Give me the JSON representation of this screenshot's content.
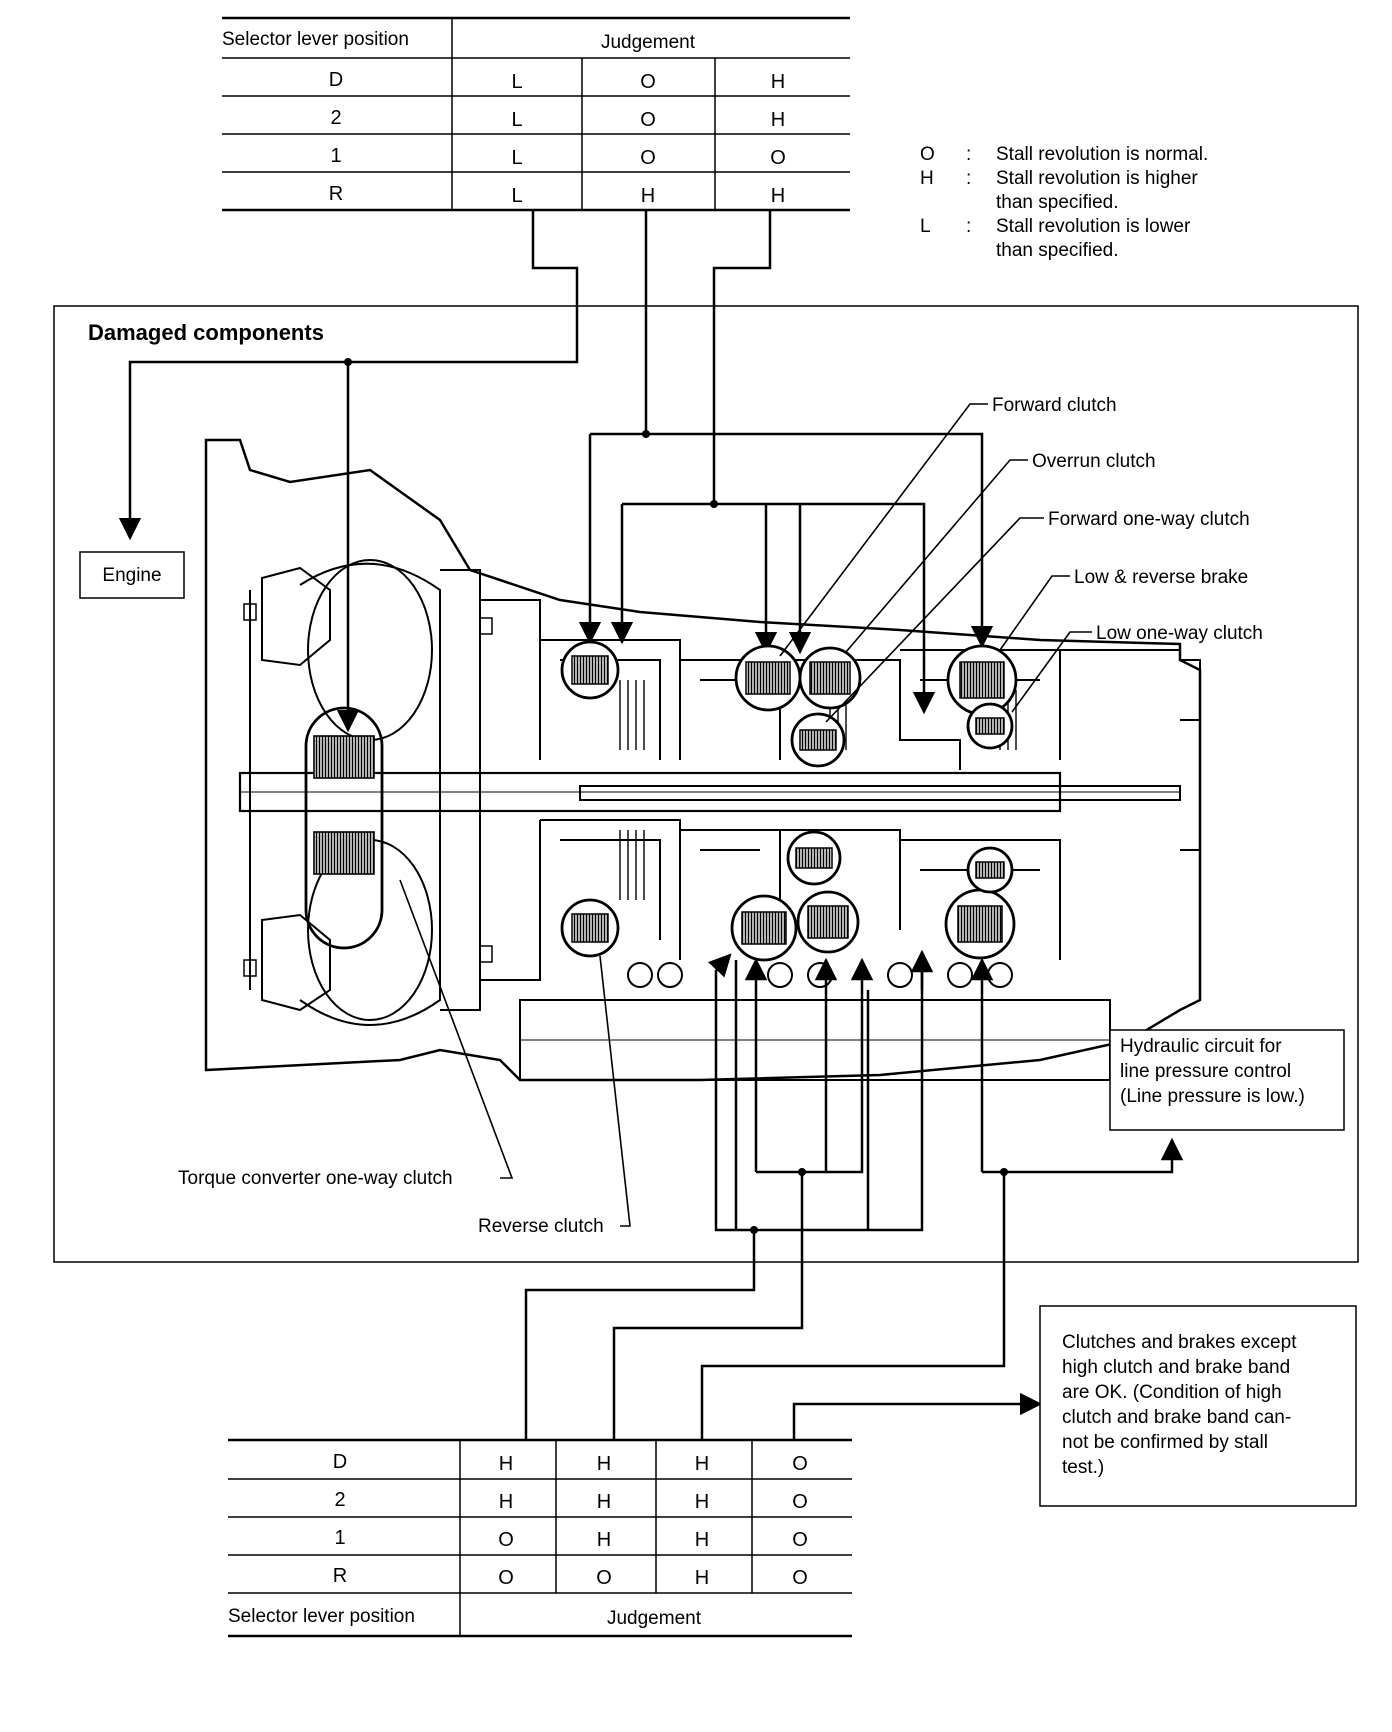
{
  "top_table": {
    "header_position": "Selector lever position",
    "header_judgement": "Judgement",
    "rows": [
      {
        "pos": "D",
        "c1": "L",
        "c2": "O",
        "c3": "H"
      },
      {
        "pos": "2",
        "c1": "L",
        "c2": "O",
        "c3": "H"
      },
      {
        "pos": "1",
        "c1": "L",
        "c2": "O",
        "c3": "O"
      },
      {
        "pos": "R",
        "c1": "L",
        "c2": "H",
        "c3": "H"
      }
    ]
  },
  "legend": [
    {
      "sym": "O",
      "sep": ":",
      "line1": "Stall revolution is normal.",
      "line2": ""
    },
    {
      "sym": "H",
      "sep": ":",
      "line1": "Stall revolution is higher",
      "line2": "than specified."
    },
    {
      "sym": "L",
      "sep": ":",
      "line1": "Stall revolution is lower",
      "line2": "than specified."
    }
  ],
  "frame_title": "Damaged components",
  "engine_box": "Engine",
  "callouts": {
    "forward_clutch": "Forward clutch",
    "overrun_clutch": "Overrun clutch",
    "forward_one_way": "Forward one-way clutch",
    "low_reverse_brake": "Low & reverse brake",
    "low_one_way": "Low one-way clutch",
    "torque_converter": "Torque converter one-way clutch",
    "reverse_clutch": "Reverse clutch"
  },
  "hydraulic_box": [
    "Hydraulic circuit for",
    "line pressure control",
    "(Line pressure is low.)"
  ],
  "ok_box": [
    "Clutches and brakes except",
    "high clutch and brake band",
    "are OK. (Condition of high",
    "clutch and brake band can-",
    "not be confirmed by stall",
    "test.)"
  ],
  "bottom_table": {
    "header_position": "Selector lever position",
    "header_judgement": "Judgement",
    "rows": [
      {
        "pos": "D",
        "c1": "H",
        "c2": "H",
        "c3": "H",
        "c4": "O"
      },
      {
        "pos": "2",
        "c1": "H",
        "c2": "H",
        "c3": "H",
        "c4": "O"
      },
      {
        "pos": "1",
        "c1": "O",
        "c2": "H",
        "c3": "H",
        "c4": "O"
      },
      {
        "pos": "R",
        "c1": "O",
        "c2": "O",
        "c3": "H",
        "c4": "O"
      }
    ]
  }
}
